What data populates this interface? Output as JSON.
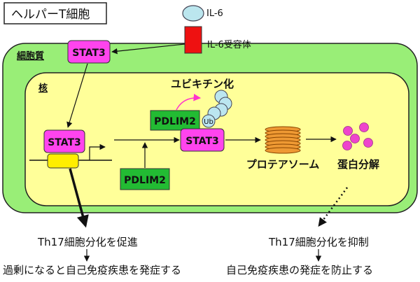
{
  "cell_label": "ヘルパーT細胞",
  "il6": "IL-6",
  "il6_receptor": "IL-6受容体",
  "cytoplasm": "細胞質",
  "nucleus": "核",
  "stat3": "STAT3",
  "pdlim2": "PDLIM2",
  "ubiquitination": "ユビキチン化",
  "ub": "Ub",
  "proteasome": "プロテアソーム",
  "protein_degradation": "蛋白分解",
  "th17_promote": "Th17細胞分化を促進",
  "th17_suppress": "Th17細胞分化を抑制",
  "autoimmune_excess": "過剰になると自己免疫疾患を発症する",
  "autoimmune_prevent": "自己免疫疾患の発症を防止する",
  "colors": {
    "cell": "#99ee77",
    "nucleus": "#ffff99",
    "stat3": "#ff44ee",
    "pdlim2": "#22bb33",
    "receptor": "#ee1111",
    "il6": "#bbe6ee",
    "proteasome": "#ee9933",
    "fragments": "#ee44cc",
    "dna_box": "#ffee00",
    "ubiquitin": "#bbe6f0"
  }
}
